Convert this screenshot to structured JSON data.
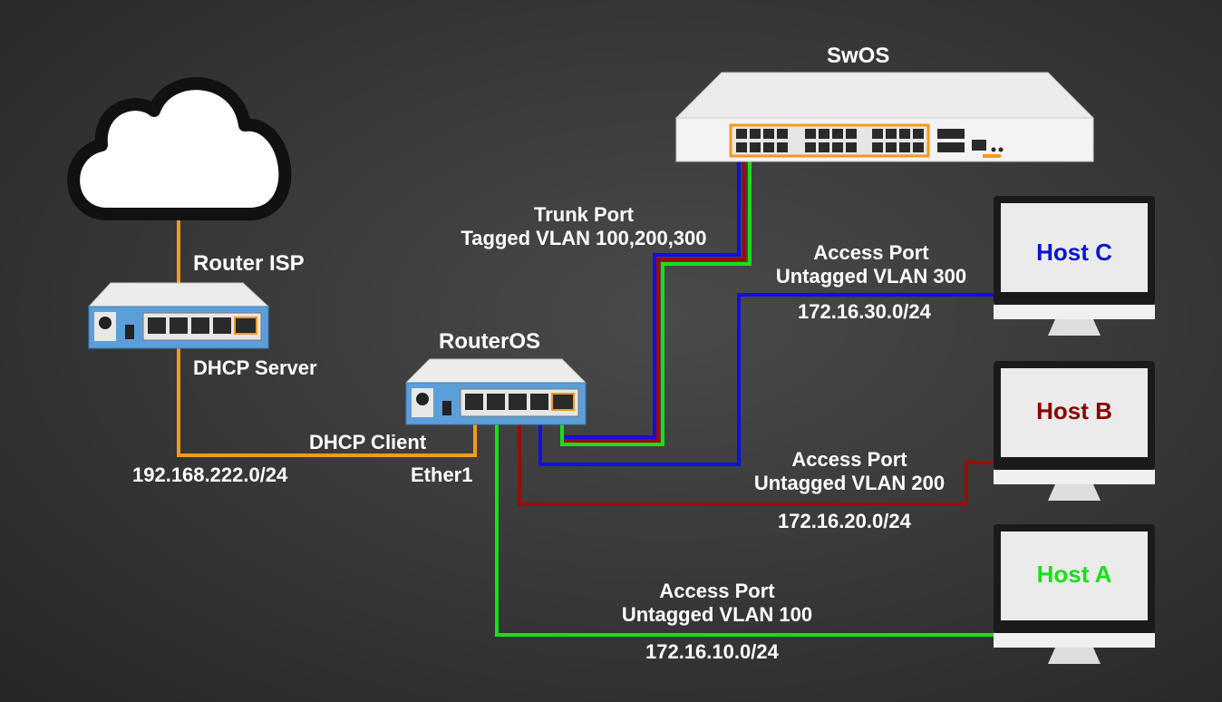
{
  "cloud": {
    "label": "Internet"
  },
  "devices": {
    "switch": "SwOS",
    "router_isp": "Router ISP",
    "router_os": "RouterOS"
  },
  "labels": {
    "dhcp_server": "DHCP Server",
    "dhcp_client": "DHCP Client",
    "ether1": "Ether1",
    "isp_network": "192.168.222.0/24",
    "trunk_line1": "Trunk Port",
    "trunk_line2": "Tagged VLAN 100,200,300"
  },
  "hosts": [
    {
      "name": "Host C",
      "color": "#0a14d2",
      "port_line1": "Access Port",
      "port_line2": "Untagged VLAN 300",
      "subnet": "172.16.30.0/24"
    },
    {
      "name": "Host B",
      "color": "#8b0000",
      "port_line1": "Access Port",
      "port_line2": "Untagged VLAN 200",
      "subnet": "172.16.20.0/24"
    },
    {
      "name": "Host A",
      "color": "#18e018",
      "port_line1": "Access Port",
      "port_line2": "Untagged VLAN 100",
      "subnet": "172.16.10.0/24"
    }
  ],
  "colors": {
    "wan": "#f39a1e",
    "vlan100": "#18e018",
    "vlan200": "#9b0b0b",
    "vlan300": "#1010e0"
  }
}
